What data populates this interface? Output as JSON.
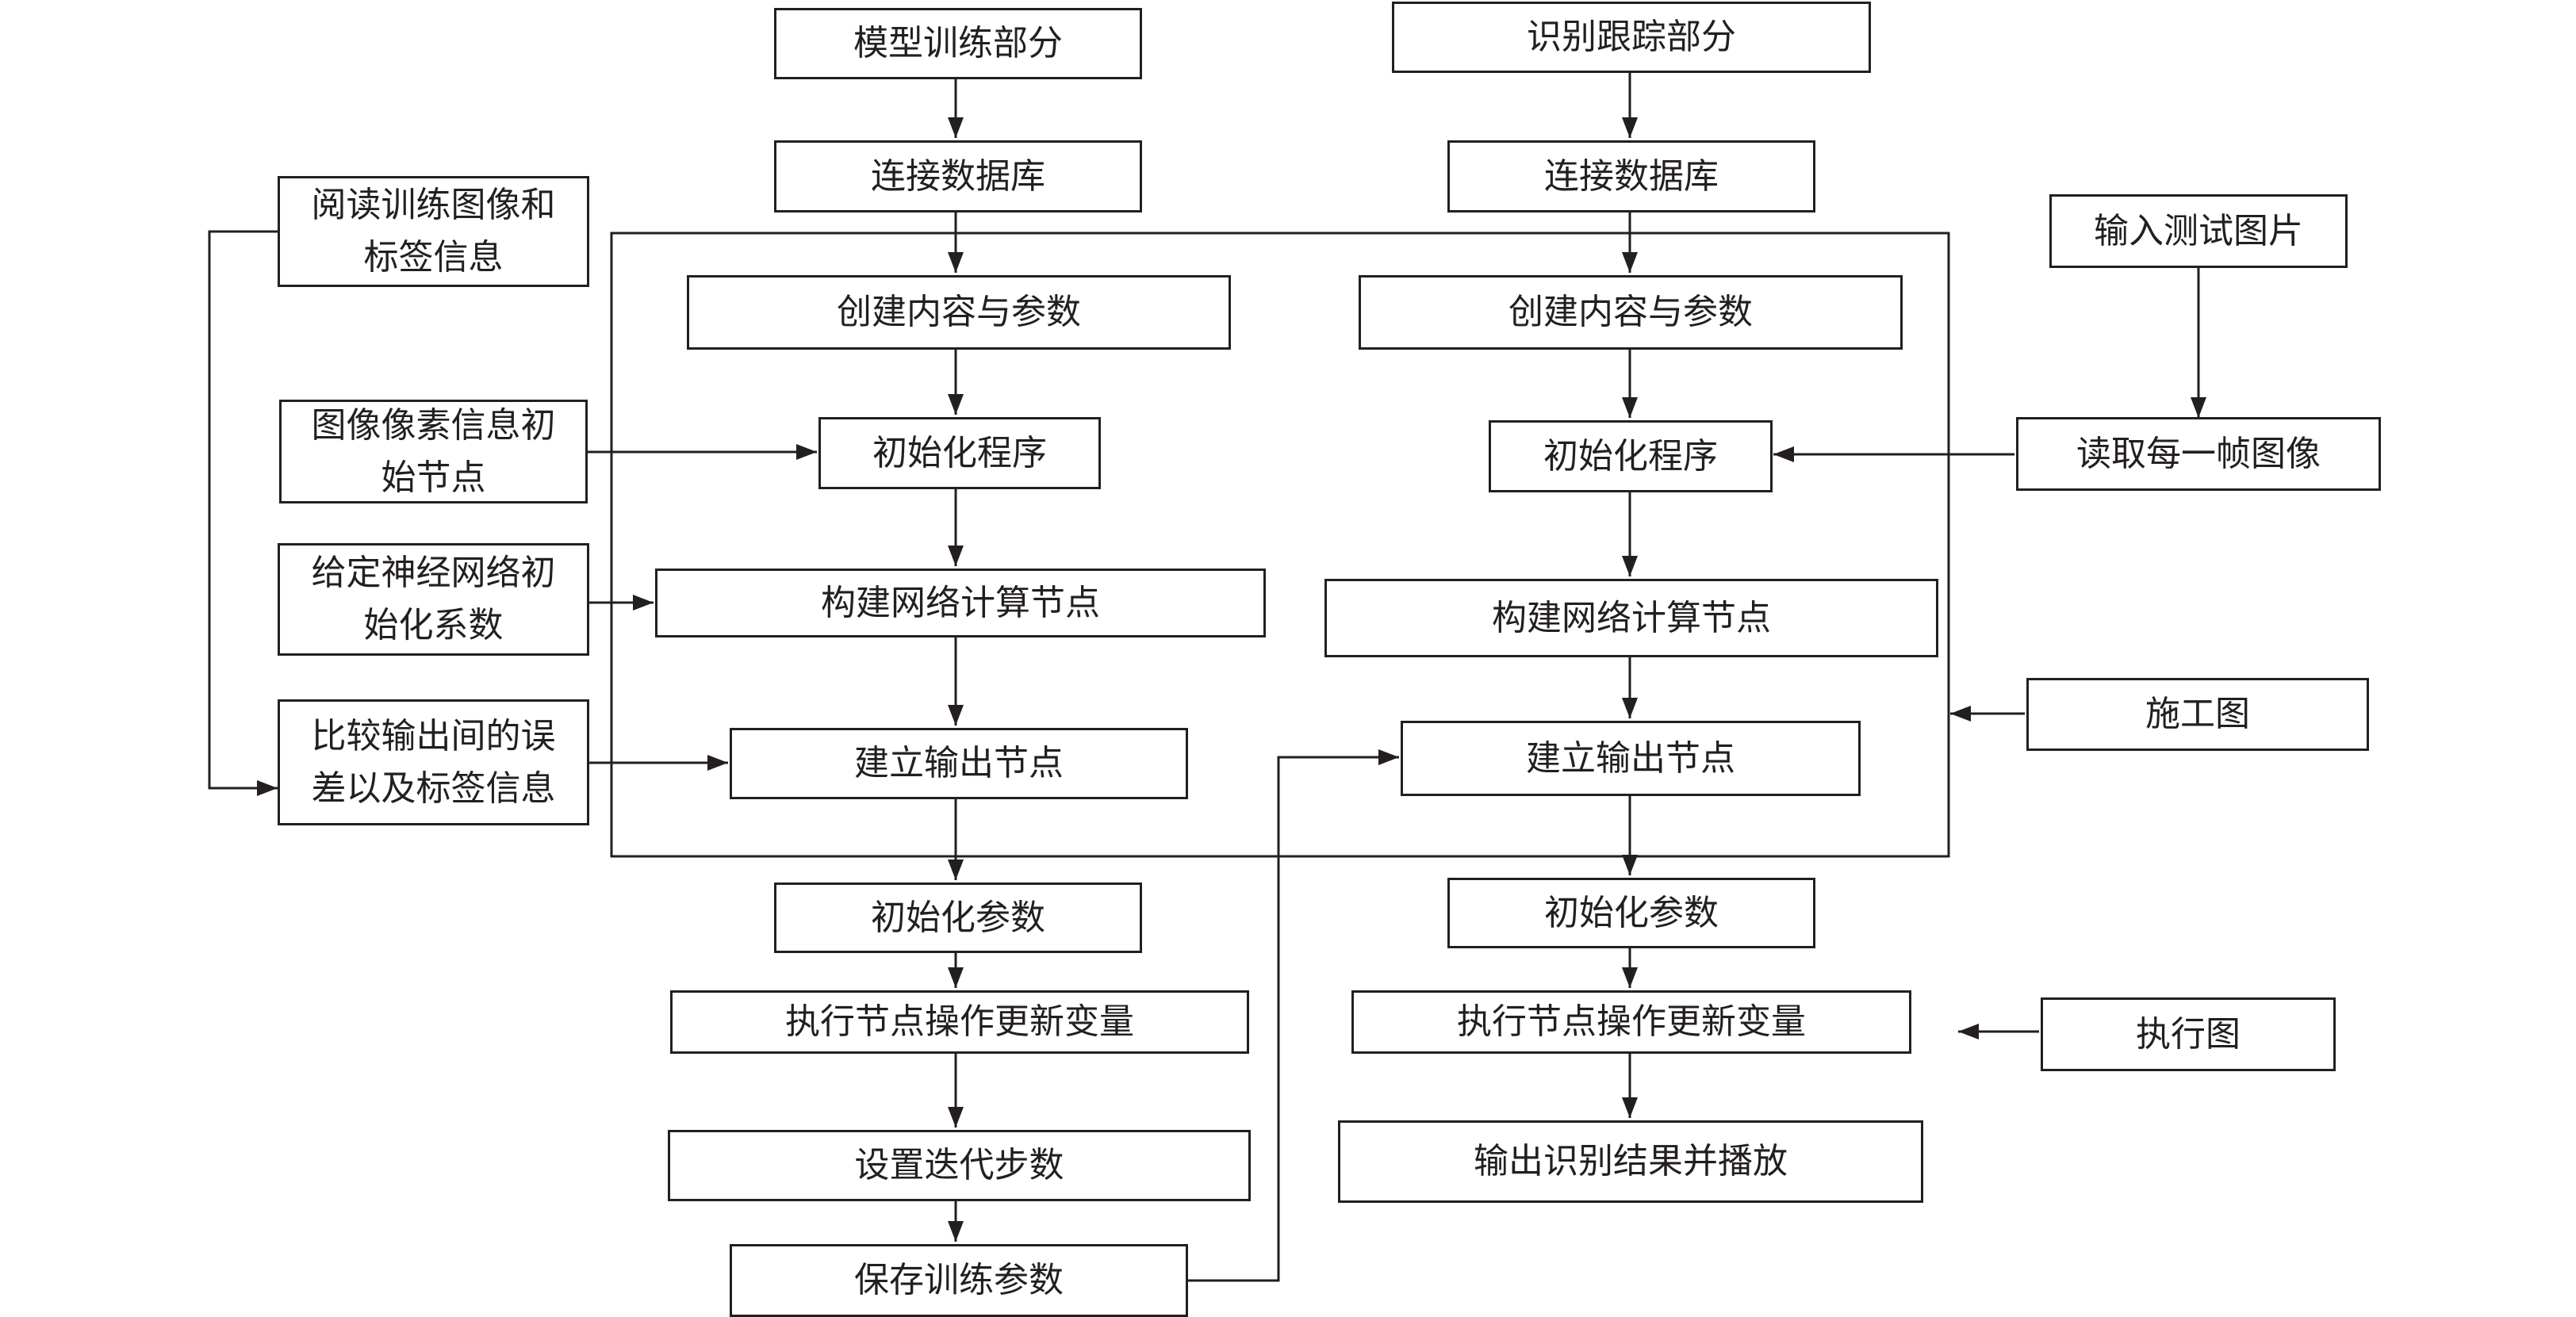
{
  "diagram": {
    "left": {
      "title": "模型训练部分",
      "connect_db": "连接数据库",
      "create_content": "创建内容与参数",
      "init_program": "初始化程序",
      "build_compute_nodes": "构建网络计算节点",
      "build_output_nodes": "建立输出节点",
      "init_params": "初始化参数",
      "execute_update": "执行节点操作更新变量",
      "set_iterations": "设置迭代步数",
      "save_params": "保存训练参数"
    },
    "right": {
      "title": "识别跟踪部分",
      "connect_db": "连接数据库",
      "create_content": "创建内容与参数",
      "init_program": "初始化程序",
      "build_compute_nodes": "构建网络计算节点",
      "build_output_nodes": "建立输出节点",
      "init_params": "初始化参数",
      "execute_update": "执行节点操作更新变量",
      "output_result": "输出识别结果并播放"
    },
    "side_left": {
      "read_images_labels": "阅读训练图像和\n标签信息",
      "pixel_init_nodes": "图像像素信息初\n始节点",
      "nn_init_coeffs": "给定神经网络初\n始化系数",
      "compare_error": "比较输出间的误\n差以及标签信息"
    },
    "side_right": {
      "input_test_image": "输入测试图片",
      "read_each_frame": "读取每一帧图像",
      "construction_graph": "施工图",
      "execution_graph": "执行图"
    }
  }
}
